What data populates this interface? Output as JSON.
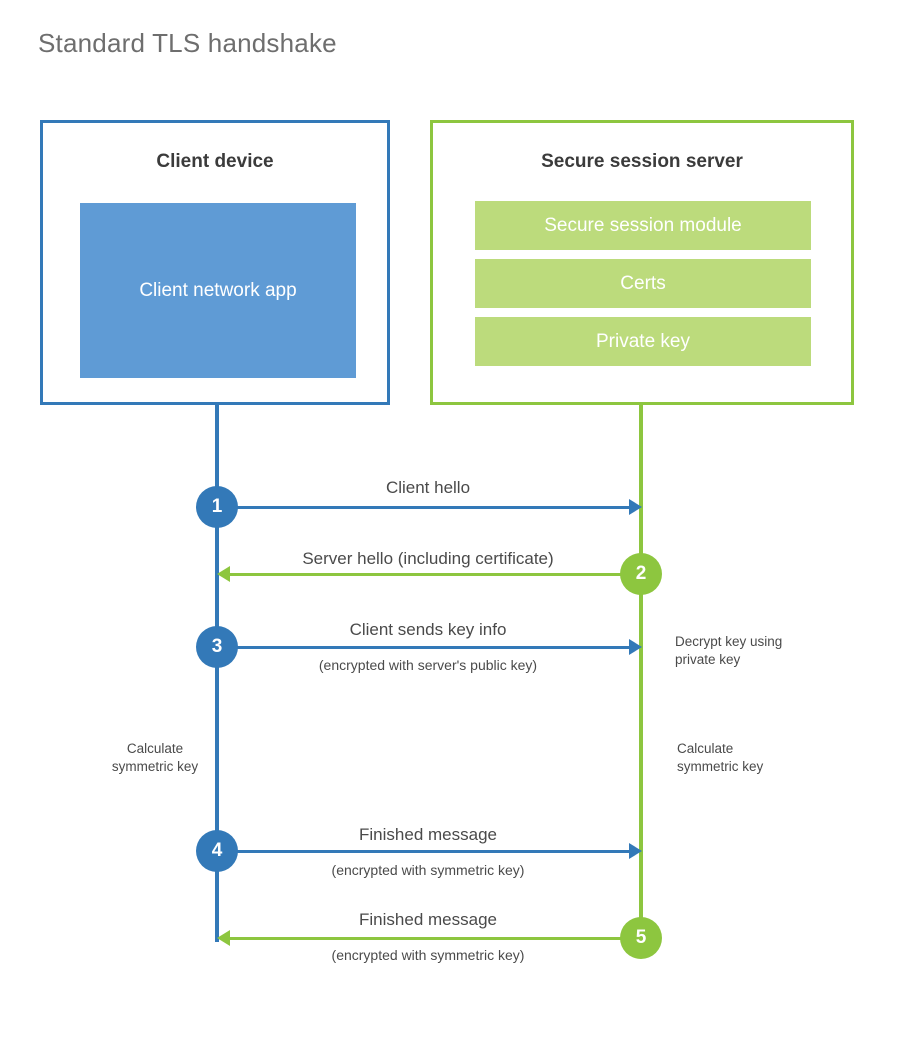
{
  "title": "Standard TLS handshake",
  "parties": {
    "client": {
      "title": "Client device",
      "app_label": "Client network app",
      "color": "#3379b8",
      "fill": "#5f9bd5"
    },
    "server": {
      "title": "Secure session server",
      "color": "#8dc63f",
      "fill": "#bcdb7c",
      "items": [
        {
          "label": "Secure session module"
        },
        {
          "label": "Certs"
        },
        {
          "label": "Private key"
        }
      ]
    }
  },
  "steps": [
    {
      "number": "1",
      "label": "Client hello",
      "sublabel": "",
      "direction": "client-to-server",
      "color": "#3379b8"
    },
    {
      "number": "2",
      "label": "Server hello (including certificate)",
      "sublabel": "",
      "direction": "server-to-client",
      "color": "#8dc63f"
    },
    {
      "number": "3",
      "label": "Client sends key info",
      "sublabel": "(encrypted with server's public key)",
      "direction": "client-to-server",
      "color": "#3379b8"
    },
    {
      "number": "4",
      "label": "Finished message",
      "sublabel": "(encrypted with symmetric key)",
      "direction": "client-to-server",
      "color": "#3379b8"
    },
    {
      "number": "5",
      "label": "Finished message",
      "sublabel": "(encrypted with symmetric key)",
      "direction": "server-to-client",
      "color": "#8dc63f"
    }
  ],
  "notes": {
    "decrypt_key": "Decrypt key using\nprivate key",
    "decrypt_key_line1": "Decrypt key using",
    "decrypt_key_line2": "private key",
    "calc_client_line1": "Calculate",
    "calc_client_line2": "symmetric key",
    "calc_server_line1": "Calculate",
    "calc_server_line2": "symmetric key"
  }
}
